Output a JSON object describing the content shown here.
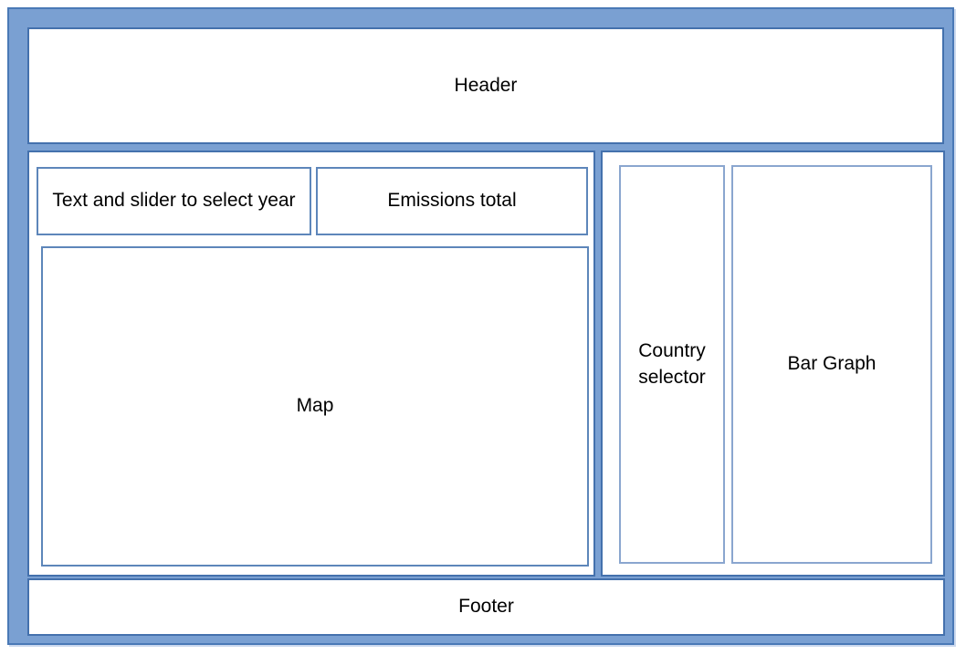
{
  "colors": {
    "frame_fill": "#7aa0d2",
    "frame_stroke": "#4a79b6",
    "panel_stroke": "#4471ad",
    "subbox_stroke_left": "#5d86ba",
    "subbox_stroke_right": "#8aa6cf",
    "box_fill": "#ffffff",
    "text": "#000000"
  },
  "wireframe": {
    "header_label": "Header",
    "year_selector_label": "Text and slider to select year",
    "emissions_total_label": "Emissions total",
    "map_label": "Map",
    "country_selector_label": "Country selector",
    "bar_graph_label": "Bar Graph",
    "footer_label": "Footer"
  }
}
